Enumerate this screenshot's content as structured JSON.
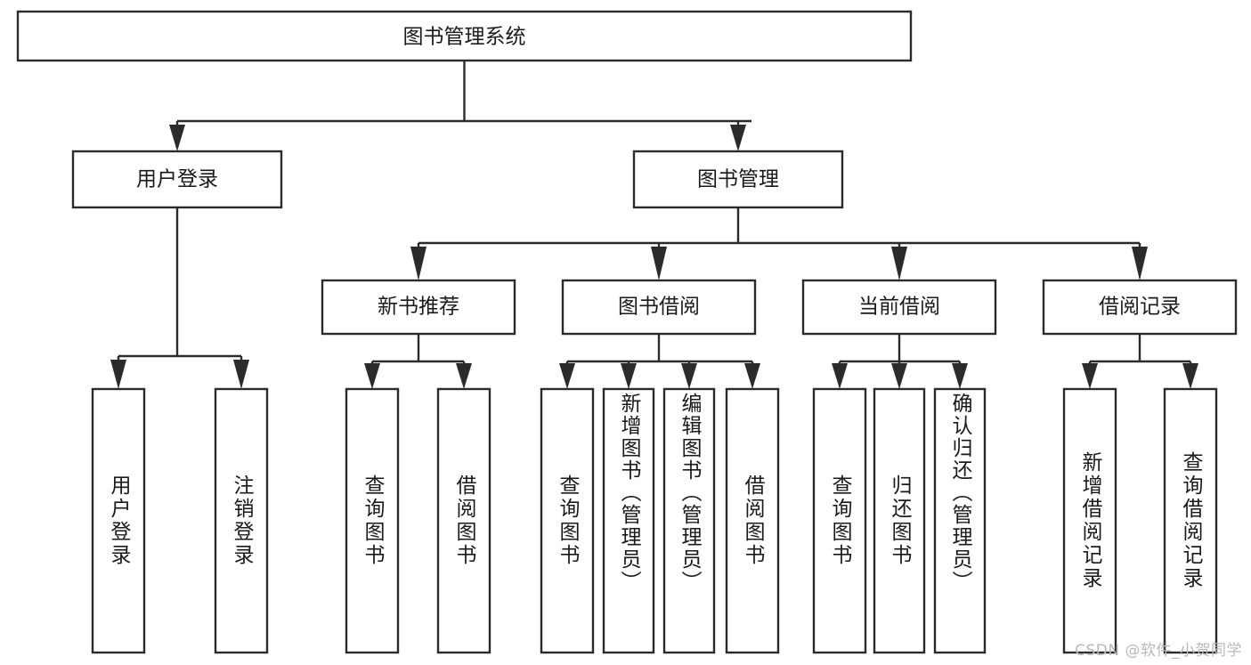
{
  "diagram": {
    "title": "图书管理系统",
    "type": "tree-hierarchy",
    "watermark": "CSDN @软件_小贺同学",
    "colors": {
      "background": "#ffffff",
      "stroke": "#2b2b2b",
      "node_fill": "#ffffff",
      "text": "#1a1a1a",
      "watermark": "#b9b9b9"
    },
    "levels": [
      {
        "level": 1,
        "orientation": "horizontal",
        "nodes": [
          {
            "id": "root",
            "label": "图书管理系统"
          }
        ]
      },
      {
        "level": 2,
        "orientation": "horizontal",
        "nodes": [
          {
            "id": "login",
            "label": "用户登录",
            "parent": "root"
          },
          {
            "id": "bookmgmt",
            "label": "图书管理",
            "parent": "root"
          }
        ]
      },
      {
        "level": 3,
        "orientation": "horizontal",
        "nodes": [
          {
            "id": "newbook",
            "label": "新书推荐",
            "parent": "bookmgmt"
          },
          {
            "id": "borrow",
            "label": "图书借阅",
            "parent": "bookmgmt"
          },
          {
            "id": "current",
            "label": "当前借阅",
            "parent": "bookmgmt"
          },
          {
            "id": "records",
            "label": "借阅记录",
            "parent": "bookmgmt"
          }
        ]
      },
      {
        "level": 4,
        "orientation": "vertical",
        "nodes": [
          {
            "id": "leaf1",
            "label": "用户登录",
            "parent": "login"
          },
          {
            "id": "leaf2",
            "label": "注销登录",
            "parent": "login"
          },
          {
            "id": "leaf3",
            "label": "查询图书",
            "parent": "newbook"
          },
          {
            "id": "leaf4",
            "label": "借阅图书",
            "parent": "newbook"
          },
          {
            "id": "leaf5",
            "label": "查询图书",
            "parent": "borrow"
          },
          {
            "id": "leaf6",
            "label": "新增图书（管理员）",
            "parent": "borrow"
          },
          {
            "id": "leaf7",
            "label": "编辑图书（管理员）",
            "parent": "borrow"
          },
          {
            "id": "leaf8",
            "label": "借阅图书",
            "parent": "borrow"
          },
          {
            "id": "leaf9",
            "label": "查询图书",
            "parent": "current"
          },
          {
            "id": "leaf10",
            "label": "归还图书",
            "parent": "current"
          },
          {
            "id": "leaf11",
            "label": "确认归还（管理员）",
            "parent": "current"
          },
          {
            "id": "leaf12",
            "label": "新增借阅记录",
            "parent": "records"
          },
          {
            "id": "leaf13",
            "label": "查询借阅记录",
            "parent": "records"
          }
        ]
      }
    ]
  }
}
